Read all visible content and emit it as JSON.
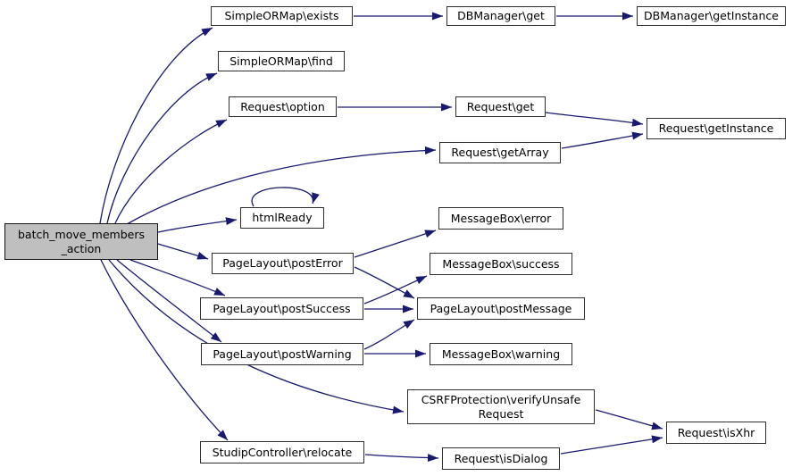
{
  "diagram_type": "call-graph",
  "colors": {
    "edge": "#191970",
    "node_border": "#2e2e2e",
    "node_fill": "#ffffff",
    "main_node_fill": "#bfbfbf",
    "text": "#000000",
    "background": "#ffffff"
  },
  "nodes": {
    "main": {
      "label": "batch_move_members_action",
      "line1": "batch_move_members",
      "line2": "_action"
    },
    "simpleormap_exists": {
      "label": "SimpleORMap\\exists"
    },
    "simpleormap_find": {
      "label": "SimpleORMap\\find"
    },
    "request_option": {
      "label": "Request\\option"
    },
    "dbmanager_get": {
      "label": "DBManager\\get"
    },
    "dbmanager_getinstance": {
      "label": "DBManager\\getInstance"
    },
    "request_get": {
      "label": "Request\\get"
    },
    "request_getinstance": {
      "label": "Request\\getInstance"
    },
    "request_getarray": {
      "label": "Request\\getArray"
    },
    "htmlready": {
      "label": "htmlReady"
    },
    "pagelayout_posterror": {
      "label": "PageLayout\\postError"
    },
    "messagebox_error": {
      "label": "MessageBox\\error"
    },
    "pagelayout_postsuccess": {
      "label": "PageLayout\\postSuccess"
    },
    "messagebox_success": {
      "label": "MessageBox\\success"
    },
    "pagelayout_postmessage": {
      "label": "PageLayout\\postMessage"
    },
    "pagelayout_postwarning": {
      "label": "PageLayout\\postWarning"
    },
    "messagebox_warning": {
      "label": "MessageBox\\warning"
    },
    "csrf_verifyunsaferequest": {
      "label": "CSRFProtection\\verifyUnsafeRequest",
      "line1": "CSRFProtection\\verifyUnsafe",
      "line2": "Request"
    },
    "request_isxhr": {
      "label": "Request\\isXhr"
    },
    "studipcontroller_relocate": {
      "label": "StudipController\\relocate"
    },
    "request_isdialog": {
      "label": "Request\\isDialog"
    }
  },
  "edges": [
    {
      "from": "main",
      "to": "simpleormap_exists"
    },
    {
      "from": "main",
      "to": "simpleormap_find"
    },
    {
      "from": "main",
      "to": "request_option"
    },
    {
      "from": "main",
      "to": "request_getarray"
    },
    {
      "from": "main",
      "to": "htmlready"
    },
    {
      "from": "main",
      "to": "pagelayout_posterror"
    },
    {
      "from": "main",
      "to": "pagelayout_postsuccess"
    },
    {
      "from": "main",
      "to": "pagelayout_postwarning"
    },
    {
      "from": "main",
      "to": "csrf_verifyunsaferequest"
    },
    {
      "from": "main",
      "to": "studipcontroller_relocate"
    },
    {
      "from": "simpleormap_exists",
      "to": "dbmanager_get"
    },
    {
      "from": "dbmanager_get",
      "to": "dbmanager_getinstance"
    },
    {
      "from": "request_option",
      "to": "request_get"
    },
    {
      "from": "request_get",
      "to": "request_getinstance"
    },
    {
      "from": "request_getarray",
      "to": "request_getinstance"
    },
    {
      "from": "htmlready",
      "to": "htmlready"
    },
    {
      "from": "pagelayout_posterror",
      "to": "messagebox_error"
    },
    {
      "from": "pagelayout_posterror",
      "to": "pagelayout_postmessage"
    },
    {
      "from": "pagelayout_postsuccess",
      "to": "messagebox_success"
    },
    {
      "from": "pagelayout_postsuccess",
      "to": "pagelayout_postmessage"
    },
    {
      "from": "pagelayout_postwarning",
      "to": "messagebox_warning"
    },
    {
      "from": "pagelayout_postwarning",
      "to": "pagelayout_postmessage"
    },
    {
      "from": "csrf_verifyunsaferequest",
      "to": "request_isxhr"
    },
    {
      "from": "studipcontroller_relocate",
      "to": "request_isdialog"
    },
    {
      "from": "request_isdialog",
      "to": "request_isxhr"
    }
  ]
}
